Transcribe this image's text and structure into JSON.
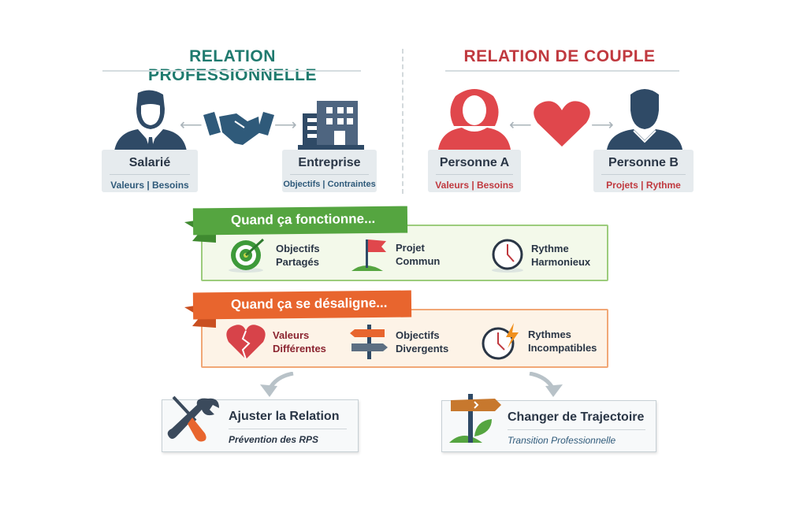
{
  "left": {
    "title": "RELATION PROFESSIONNELLE",
    "person": {
      "name": "Salarié",
      "traits": "Valeurs | Besoins"
    },
    "org": {
      "name": "Entreprise",
      "traits": "Objectifs | Contraintes"
    }
  },
  "right": {
    "title": "RELATION DE COUPLE",
    "personA": {
      "name": "Personne A",
      "traits": "Valeurs | Besoins"
    },
    "personB": {
      "name": "Personne B",
      "traits": "Projets | Rythme"
    }
  },
  "works": {
    "label": "Quand ça fonctionne...",
    "items": [
      {
        "l1": "Objectifs",
        "l2": "Partagés"
      },
      {
        "l1": "Projet",
        "l2": "Commun"
      },
      {
        "l1": "Rythme",
        "l2": "Harmonieux"
      }
    ]
  },
  "misaligns": {
    "label": "Quand ça se désaligne...",
    "items": [
      {
        "l1": "Valeurs",
        "l2": "Différentes"
      },
      {
        "l1": "Objectifs",
        "l2": "Divergents"
      },
      {
        "l1": "Rythmes",
        "l2": "Incompatibles"
      }
    ]
  },
  "outcomes": [
    {
      "title": "Ajuster la Relation",
      "subtitle": "Prévention des RPS"
    },
    {
      "title": "Changer de Trajectoire",
      "subtitle": "Transition Professionnelle"
    }
  ],
  "colors": {
    "teal": "#1f7a6e",
    "red": "#c0393f",
    "navy": "#2f4a66",
    "green": "#4f9e3c",
    "orange": "#e8652e"
  }
}
